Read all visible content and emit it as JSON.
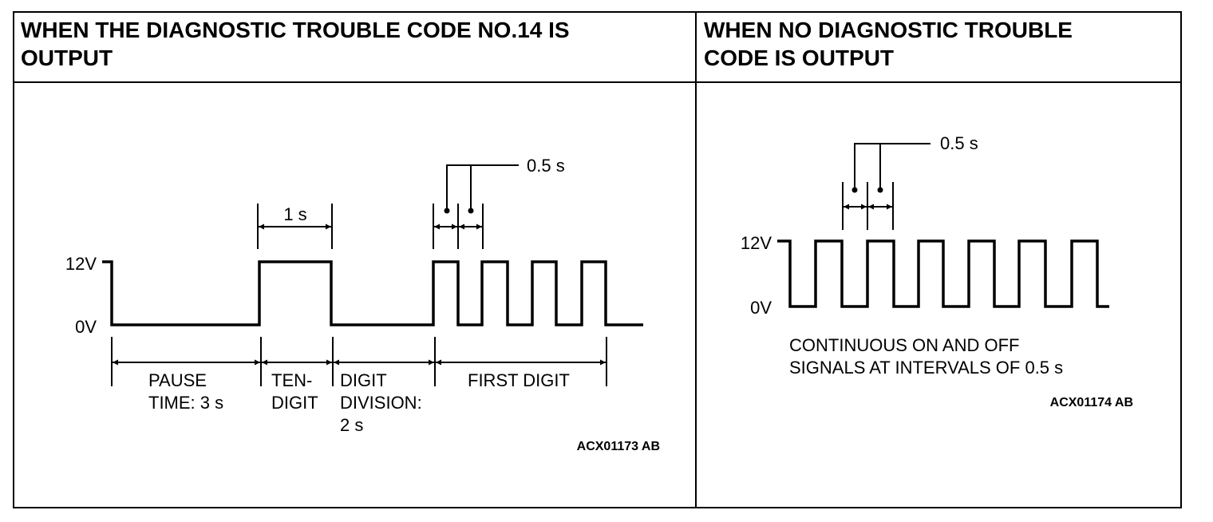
{
  "left_panel": {
    "heading": "WHEN THE DIAGNOSTIC TROUBLE CODE NO.14 IS\nOUTPUT",
    "v_high": "12V",
    "v_low": "0V",
    "dim_1s": "1 s",
    "dim_05s": "0.5 s",
    "seg_pause": [
      "PAUSE",
      "TIME: 3 s"
    ],
    "seg_ten": [
      "TEN-",
      "DIGIT"
    ],
    "seg_division": [
      "DIGIT",
      "DIVISION:",
      "2 s"
    ],
    "seg_first": "FIRST DIGIT",
    "figure_code": "ACX01173 AB"
  },
  "right_panel": {
    "heading": "WHEN NO DIAGNOSTIC TROUBLE\nCODE IS OUTPUT",
    "v_high": "12V",
    "v_low": "0V",
    "dim_05s": "0.5 s",
    "caption": [
      "CONTINUOUS ON AND OFF",
      "SIGNALS AT INTERVALS OF 0.5 s"
    ],
    "figure_code": "ACX01174 AB"
  }
}
